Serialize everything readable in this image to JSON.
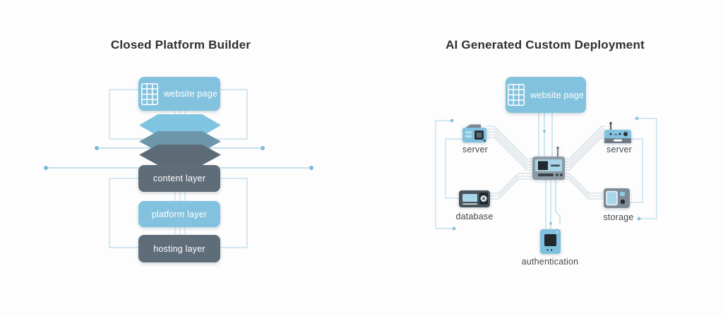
{
  "left": {
    "title": "Closed Platform Builder",
    "website_box": {
      "label": "website page"
    },
    "boxes": [
      {
        "id": "content",
        "label": "content layer"
      },
      {
        "id": "platform",
        "label": "platform layer"
      },
      {
        "id": "hosting",
        "label": "hosting layer"
      }
    ]
  },
  "right": {
    "title": "AI Generated Custom Deployment",
    "website_box": {
      "label": "website page"
    },
    "nodes": [
      {
        "id": "server-left",
        "label": "server",
        "icon": "server-folder-icon"
      },
      {
        "id": "server-right",
        "label": "server",
        "icon": "server-router-icon"
      },
      {
        "id": "database",
        "label": "database",
        "icon": "database-icon"
      },
      {
        "id": "storage",
        "label": "storage",
        "icon": "storage-icon"
      },
      {
        "id": "authentication",
        "label": "authentication",
        "icon": "authentication-icon"
      },
      {
        "id": "processor",
        "label": "",
        "icon": "chip-icon"
      }
    ]
  },
  "icons": {
    "website_grid": "grid-icon"
  },
  "colors": {
    "accent_blue": "#82c2de",
    "layer_blue": "#7fc4e0",
    "layer_mid": "#6e96ab",
    "layer_dark": "#5d6b76",
    "box_dark": "#5f6d79",
    "wire_blue": "#b9dcea",
    "wire_gray": "#c6d3da",
    "dot_blue": "#7fb9d4",
    "title_text": "#2d2f32",
    "background": "#fdfdfd"
  }
}
